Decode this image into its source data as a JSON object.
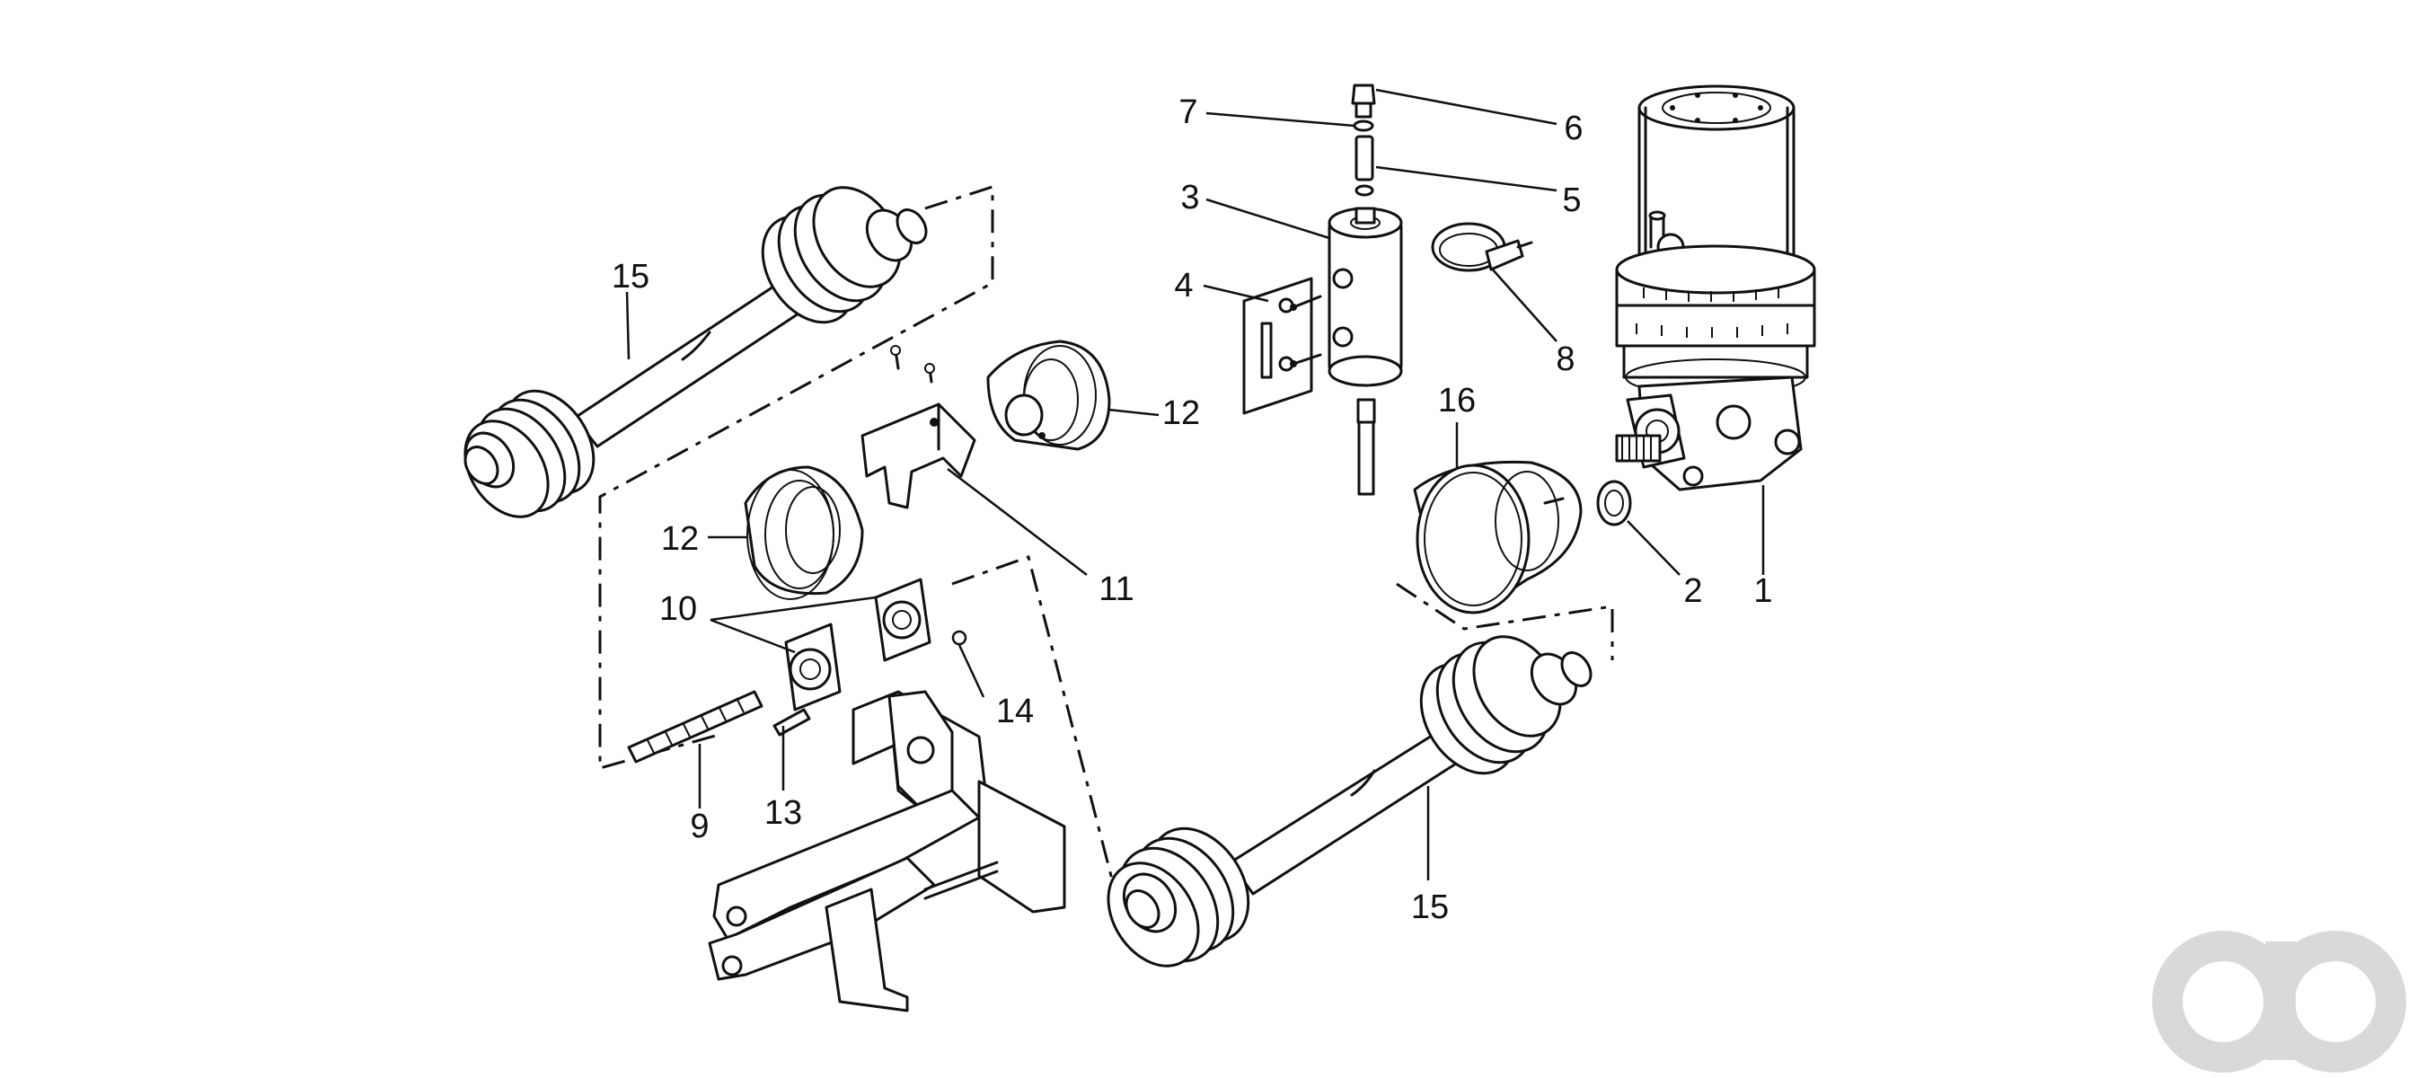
{
  "diagram": {
    "callouts": {
      "c1": "1",
      "c2": "2",
      "c3": "3",
      "c4": "4",
      "c5": "5",
      "c6": "6",
      "c7": "7",
      "c8": "8",
      "c9": "9",
      "c10": "10",
      "c11": "11",
      "c12a": "12",
      "c12b": "12",
      "c13": "13",
      "c14": "14",
      "c15a": "15",
      "c15b": "15",
      "c16": "16"
    },
    "line_color": "#111111",
    "background": "#ffffff"
  },
  "watermark": {
    "text": "ao",
    "color": "#d9d9d9"
  }
}
